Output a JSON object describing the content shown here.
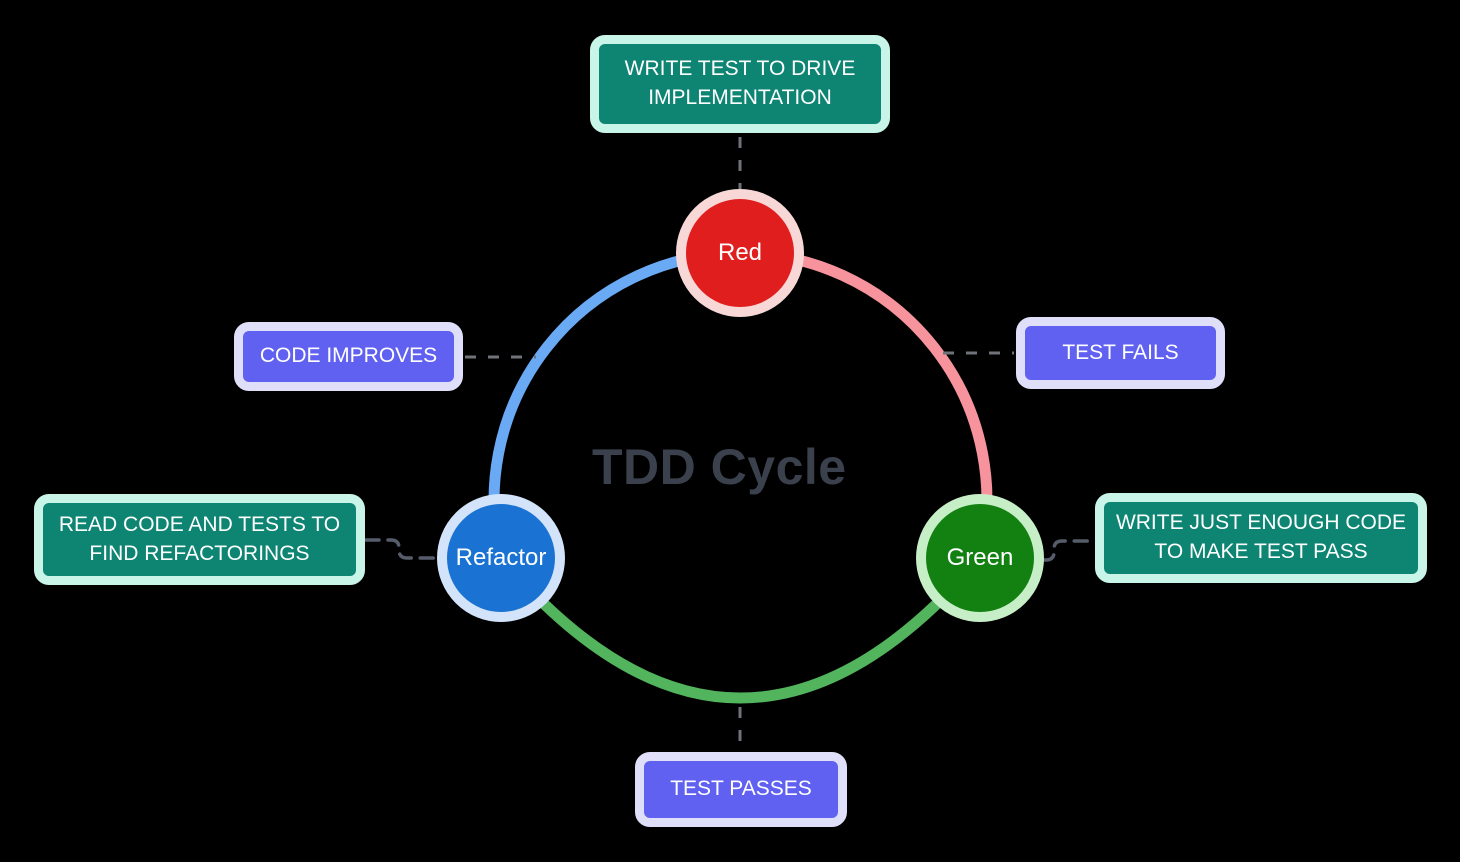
{
  "title": "TDD Cycle",
  "colors": {
    "bg": "#000000",
    "title-text": "#3A414D",
    "teal-fill": "#0E8573",
    "mint-border": "#C8F5E7",
    "purple-fill": "#6161F1",
    "lavender-border": "#DFDFFA",
    "red-node": "#E01E1E",
    "red-ring": "#F8D7D7",
    "green-node": "#128112",
    "green-ring": "#C7EFC7",
    "blue-node": "#1A73D2",
    "blue-ring": "#D2E3FA",
    "arc-blue": "#6AAAF5",
    "arc-pink": "#F7939C",
    "arc-green": "#52B45C",
    "dash-gray": "#6F7278",
    "dash-slate": "#555C6A",
    "label-text": "#FFFFFF"
  },
  "nodes": {
    "red": {
      "label": "Red"
    },
    "green": {
      "label": "Green"
    },
    "refactor": {
      "label": "Refactor"
    }
  },
  "labels": {
    "write_test": {
      "text": "WRITE TEST TO DRIVE IMPLEMENTATION"
    },
    "test_fails": {
      "text": "TEST FAILS"
    },
    "write_enough": {
      "text": "WRITE JUST ENOUGH CODE TO MAKE TEST PASS"
    },
    "test_passes": {
      "text": "TEST PASSES"
    },
    "read_code": {
      "text": "READ CODE AND TESTS TO FIND REFACTORINGS"
    },
    "code_improves": {
      "text": "CODE IMPROVES"
    }
  }
}
